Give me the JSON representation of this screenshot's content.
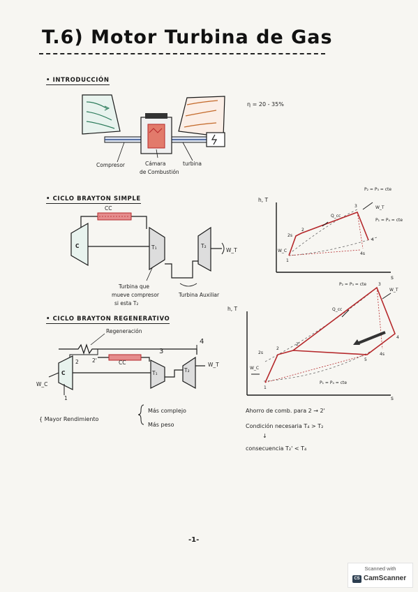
{
  "title": "T.6) Motor Turbina de Gas",
  "intro": {
    "heading": "• INTRODUCCIÓN",
    "labels": {
      "compresor": "Compresor",
      "camara": "Cámara",
      "de_combustion": "de Combustión",
      "turbina": "turbina"
    },
    "efficiency": "η = 20 - 35%"
  },
  "simple": {
    "heading": "• CICLO BRAYTON SIMPLE",
    "labels": {
      "cc": "CC",
      "c": "C",
      "t1": "T₁",
      "t2": "T₂",
      "wt": "W_T",
      "note_left": [
        "Turbina que",
        "mueve compresor",
        "si esta T₂"
      ],
      "note_right": "Turbina Auxiliar"
    },
    "diagram": {
      "axis_y": "h, T",
      "axis_x": "s",
      "p_top": "P₂ = P₃ = cte",
      "p_bot": "P₁ = P₄ = cte",
      "q": "Q_cc",
      "wt": "W_T",
      "wc": "W_C",
      "points": [
        "1",
        "2s",
        "2",
        "3",
        "4",
        "4s"
      ]
    }
  },
  "regen": {
    "heading": "• CICLO BRAYTON REGENERATIVO",
    "labels": {
      "regeneracion": "Regeneración",
      "cc": "CC",
      "c": "C",
      "t1": "T₁",
      "t2": "T₂",
      "wt": "W_T",
      "wc": "W_C",
      "p1": "1",
      "p2": "2",
      "p2p": "2'",
      "p3": "3",
      "p4": "4"
    },
    "diagram": {
      "axis_y": "h, T",
      "axis_x": "s",
      "p_top": "P₂ = P₃ = cte",
      "p_bot": "P₁ = P₄ = cte",
      "q": "Q_cc",
      "wt": "W_T",
      "wc": "W_C",
      "points": [
        "1",
        "2s",
        "2",
        "2'",
        "3",
        "4",
        "4s",
        "5"
      ]
    },
    "pros": "Mayor Rendimiento",
    "cons": [
      "Más complejo",
      "Más peso"
    ],
    "notes": [
      "Ahorro de comb. para 2 → 2'",
      "Condición necesaria  T₄ > T₂",
      "↓",
      "consecuencia   T₂' < T₄"
    ]
  },
  "page_number": "-1-",
  "scanner": {
    "top": "Scanned with",
    "logo": "CS",
    "brand": "CamScanner"
  },
  "colors": {
    "ink": "#1a1a1a",
    "red": "#b5282b",
    "blue": "#2b4a8a"
  }
}
